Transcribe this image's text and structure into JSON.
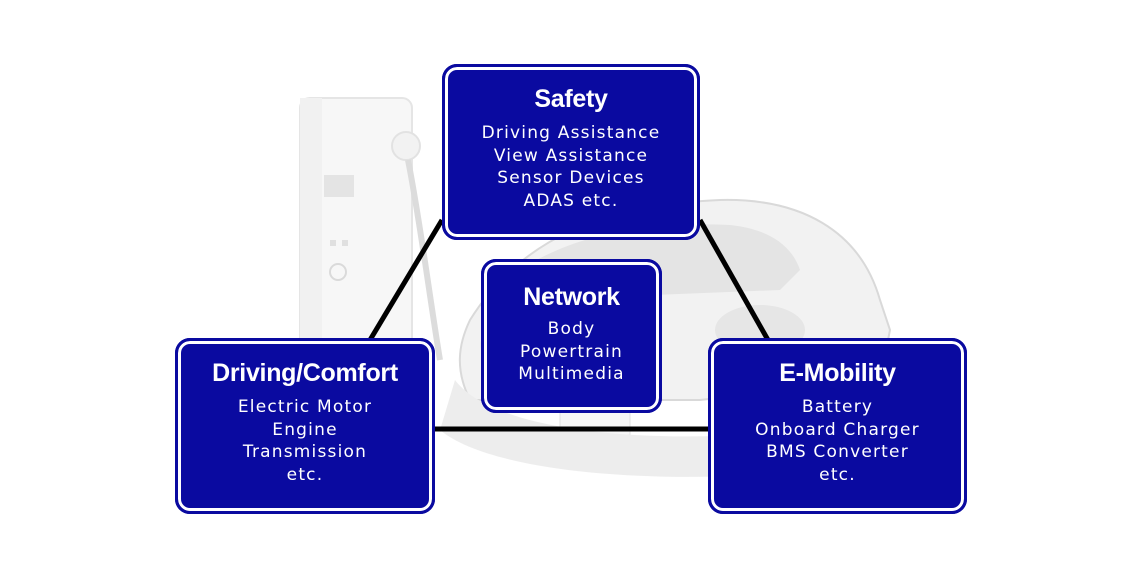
{
  "colors": {
    "box_fill": "#0a0aa0",
    "box_border": "#ffffff",
    "connector": "#000000",
    "background_art": "#d9d9d9"
  },
  "diagram": {
    "safety": {
      "title": "Safety",
      "items": [
        "Driving Assistance",
        "View Assistance",
        "Sensor Devices",
        "ADAS etc."
      ]
    },
    "network": {
      "title": "Network",
      "items": [
        "Body",
        "Powertrain",
        "Multimedia"
      ]
    },
    "driving_comfort": {
      "title": "Driving/Comfort",
      "items": [
        "Electric Motor",
        "Engine",
        "Transmission",
        "etc."
      ]
    },
    "e_mobility": {
      "title": "E-Mobility",
      "items": [
        "Battery",
        "Onboard Charger",
        "BMS Converter",
        "etc."
      ]
    }
  },
  "background": {
    "illustration": "ev-charger-and-car"
  }
}
